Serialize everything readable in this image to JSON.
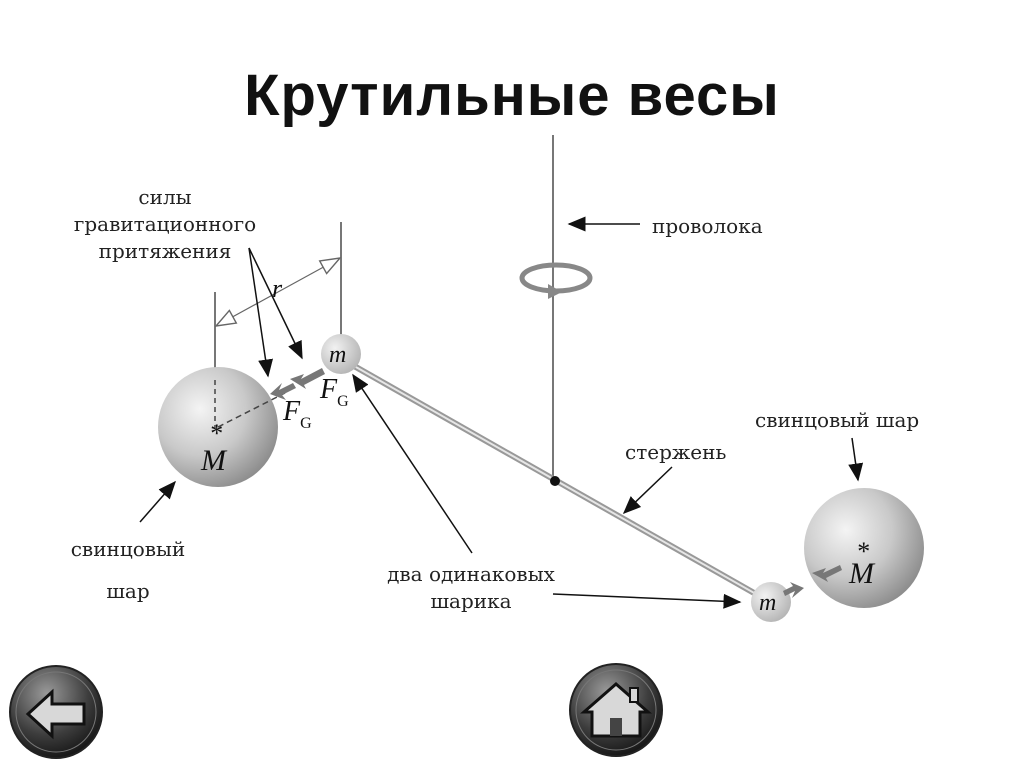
{
  "title": "Крутильные весы",
  "labels": {
    "forces_line1": "силы",
    "forces_line2": "гравитационного",
    "forces_line3": "притяжения",
    "wire": "проволока",
    "lead_ball_right": "свинцовый шар",
    "rod": "стержень",
    "lead_ball_left_line1": "свинцовый",
    "lead_ball_left_line2": "шар",
    "two_balls_line1": "два одинаковых",
    "two_balls_line2": "шарика"
  },
  "symbols": {
    "small_mass": "m",
    "large_mass": "M",
    "force": "F",
    "force_sub": "G",
    "distance": "r",
    "center_mark": "*"
  },
  "nav": {
    "back_icon": "arrow-left-icon",
    "home_icon": "home-icon"
  }
}
